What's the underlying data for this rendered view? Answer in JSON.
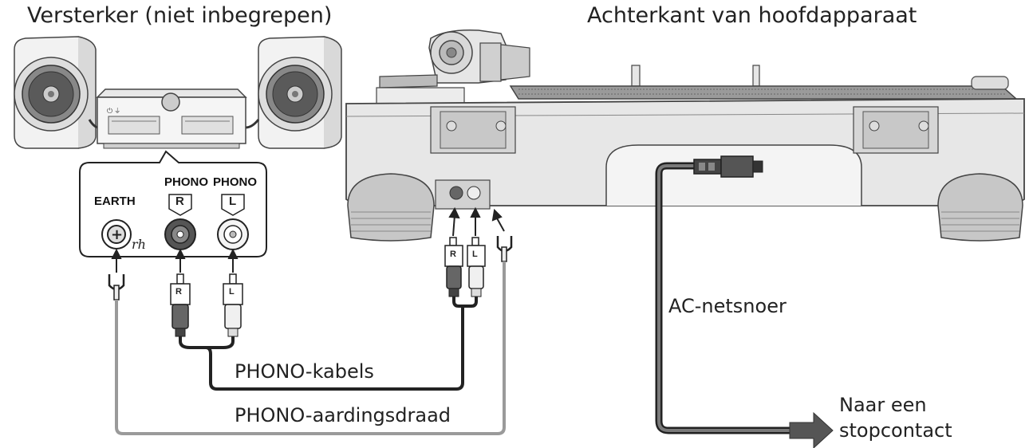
{
  "titles": {
    "amplifier": "Versterker (niet inbegrepen)",
    "main_unit_back": "Achterkant van hoofdapparaat"
  },
  "panel": {
    "earth": "EARTH",
    "phono_r": "PHONO",
    "phono_l": "PHONO",
    "r_tag": "R",
    "l_tag": "L"
  },
  "plugs": {
    "r": "R",
    "l": "L"
  },
  "captions": {
    "phono_cables": "PHONO-kabels",
    "phono_ground": "PHONO-aardingsdraad",
    "ac_cord": "AC-netsnoer",
    "outlet_line1": "Naar een",
    "outlet_line2": "stopcontact"
  },
  "icons": [
    "speaker-left-icon",
    "amplifier-icon",
    "speaker-right-icon",
    "turntable-rear-icon",
    "ground-terminal-icon",
    "rca-jack-icon",
    "rca-plug-icon",
    "spade-lug-icon",
    "ac-plug-icon",
    "outlet-arrow-icon"
  ]
}
